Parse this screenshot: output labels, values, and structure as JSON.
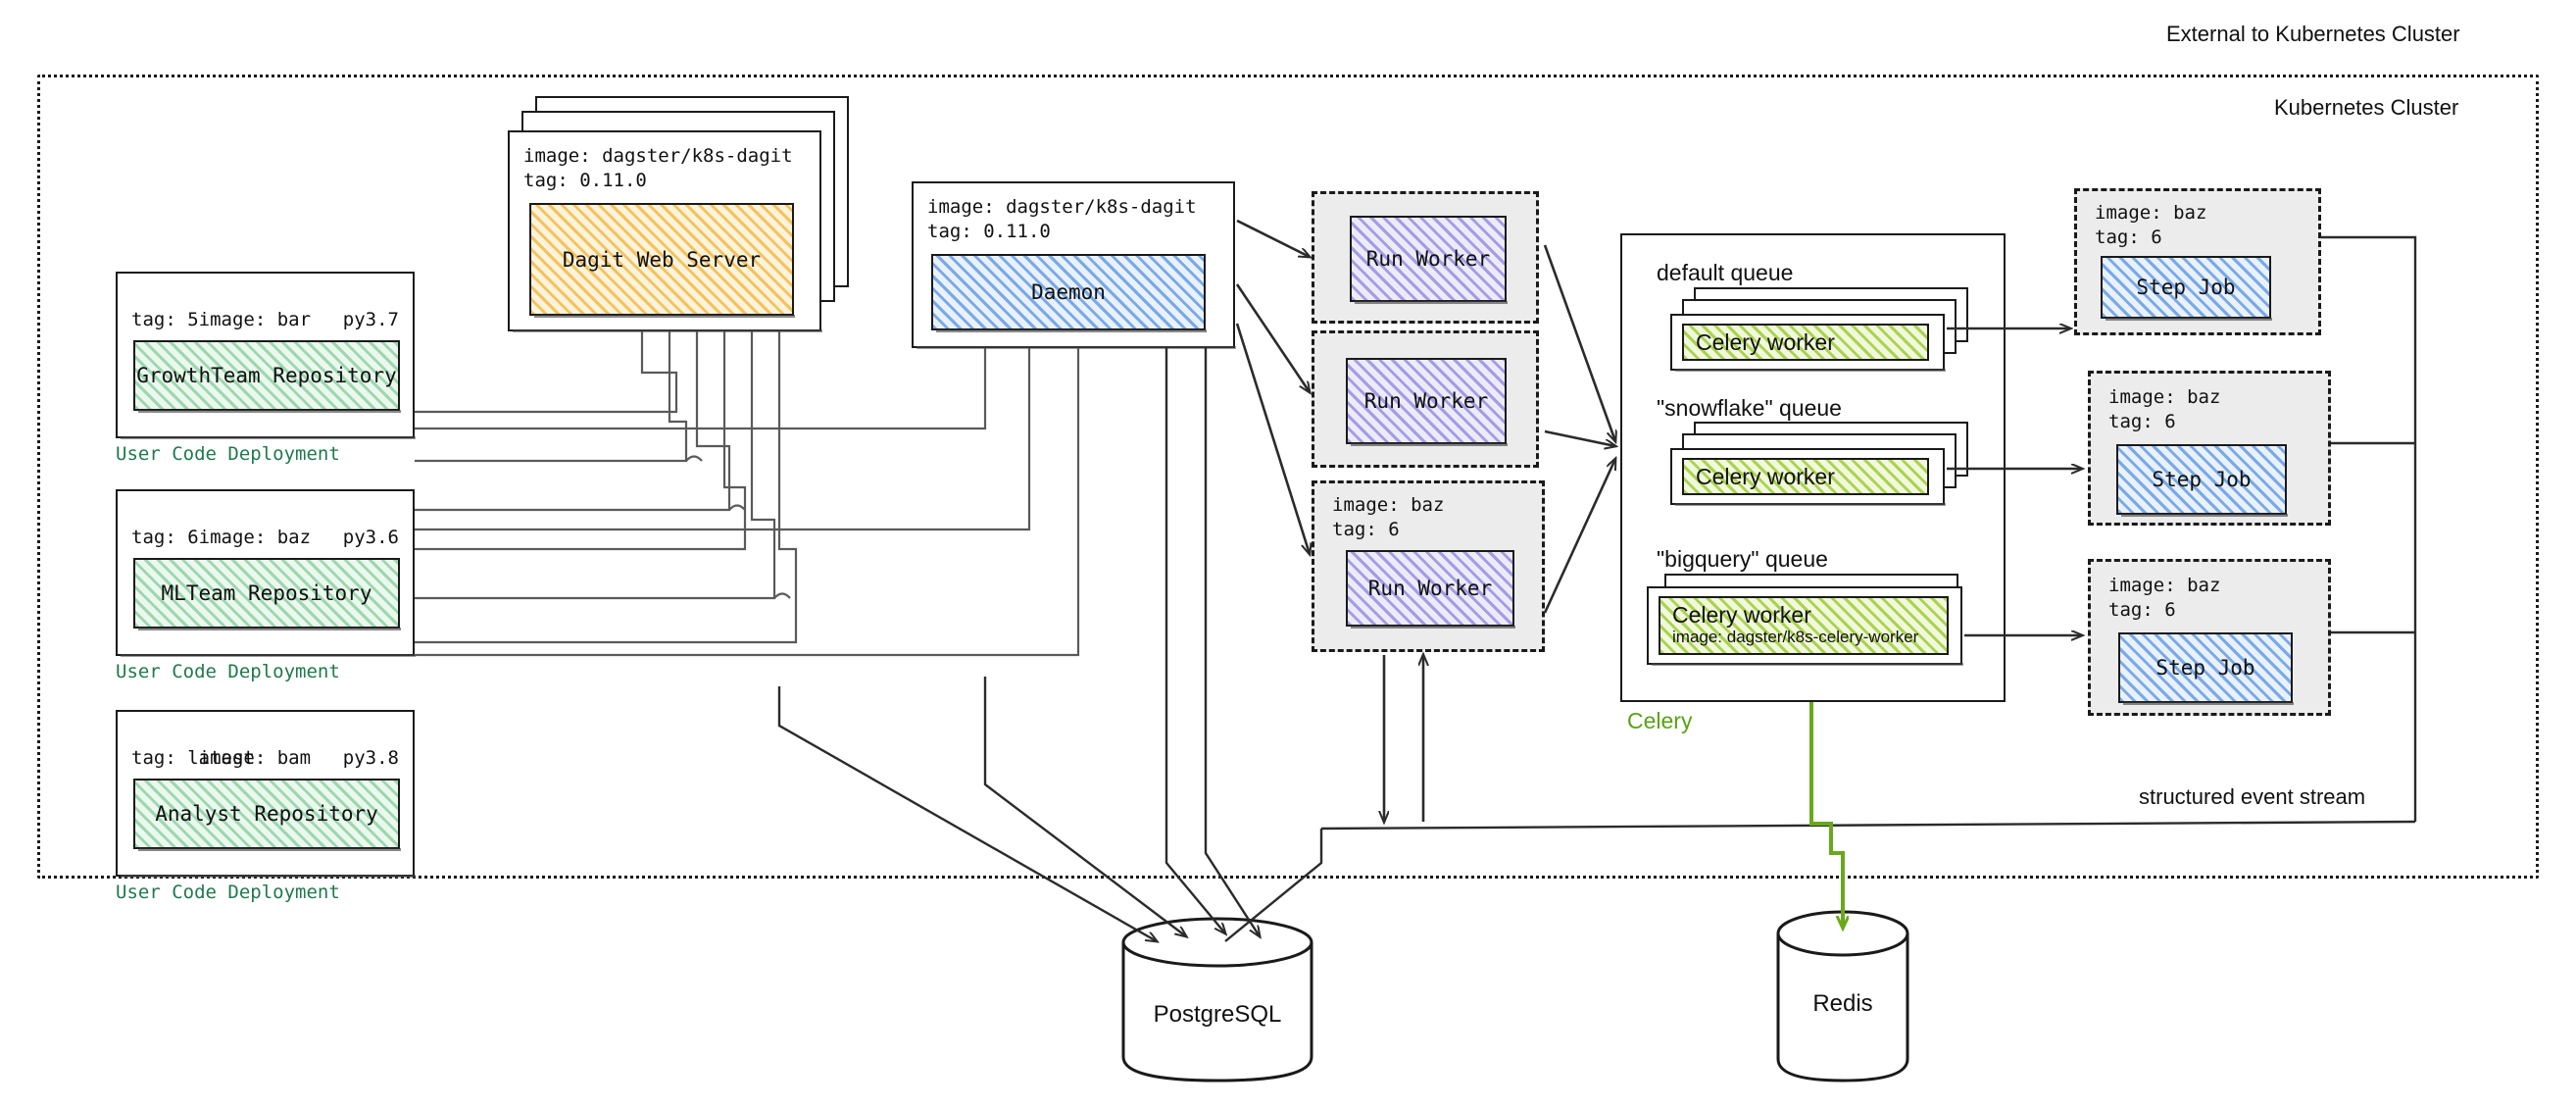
{
  "boundaries": {
    "external_label": "External to Kubernetes Cluster",
    "cluster_label": "Kubernetes Cluster",
    "event_stream_label": "structured event stream"
  },
  "user_code_deployments": [
    {
      "image": "image: bar",
      "python": "py3.7",
      "tag": "tag: 5",
      "name": "GrowthTeam Repository",
      "caption": "User Code Deployment"
    },
    {
      "image": "image: baz",
      "python": "py3.6",
      "tag": "tag: 6",
      "name": "MLTeam Repository",
      "caption": "User Code Deployment"
    },
    {
      "image": "image: bam",
      "python": "py3.8",
      "tag": "tag: latest",
      "name": "Analyst Repository",
      "caption": "User Code Deployment"
    }
  ],
  "dagit": {
    "image": "image: dagster/k8s-dagit",
    "tag": "tag: 0.11.0",
    "name": "Dagit Web Server"
  },
  "daemon": {
    "image": "image: dagster/k8s-dagit",
    "tag": "tag: 0.11.0",
    "name": "Daemon"
  },
  "run_workers": [
    {
      "name": "Run Worker",
      "image": "",
      "tag": ""
    },
    {
      "name": "Run Worker",
      "image": "",
      "tag": ""
    },
    {
      "name": "Run Worker",
      "image": "image: baz",
      "tag": "tag: 6"
    }
  ],
  "celery": {
    "label": "Celery",
    "queues": [
      {
        "label": "default queue",
        "worker": "Celery worker",
        "worker_image": ""
      },
      {
        "label": "\"snowflake\" queue",
        "worker": "Celery worker",
        "worker_image": ""
      },
      {
        "label": "\"bigquery\" queue",
        "worker": "Celery worker",
        "worker_image": "image: dagster/k8s-celery-worker"
      }
    ]
  },
  "step_jobs": [
    {
      "image": "image: baz",
      "tag": "tag: 6",
      "name": "Step Job"
    },
    {
      "image": "image: baz",
      "tag": "tag: 6",
      "name": "Step Job"
    },
    {
      "image": "image: baz",
      "tag": "tag: 6",
      "name": "Step Job"
    }
  ],
  "databases": [
    {
      "name": "PostgreSQL"
    },
    {
      "name": "Redis"
    }
  ],
  "colors": {
    "repo_green": "#9ed7ae",
    "dagit_orange": "#f3c35c",
    "daemon_blue": "#7aa9e8",
    "run_worker_purple": "#a49ce4",
    "celery_green": "#a9d44f",
    "step_job_blue": "#7aa9e8",
    "caption_green": "#1f7a4d",
    "celery_label_green": "#5aa116",
    "stroke": "#1a1a1a"
  }
}
